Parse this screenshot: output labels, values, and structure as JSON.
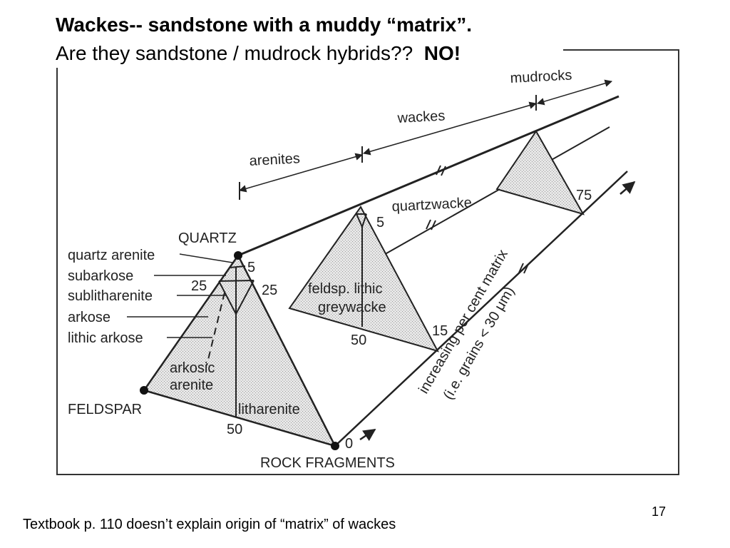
{
  "slide": {
    "title_line1_bold": "Wackes",
    "title_line1_rest": "-- sandstone with a muddy “matrix”.",
    "title_line2_text": "Are they sandstone / mudrock hybrids??",
    "title_line2_answer": "NO!",
    "slide_number": "17",
    "footnote": "Textbook p. 110 doesn’t explain origin of “matrix” of wackes"
  },
  "diagram": {
    "categories": {
      "mudrocks": "mudrocks",
      "wackes": "wackes",
      "arenites": "arenites"
    },
    "vertices": {
      "quartz": "QUARTZ",
      "feldspar": "FELDSPAR",
      "rock_fragments": "ROCK FRAGMENTS"
    },
    "classes": {
      "quartz_arenite": "quartz arenite",
      "subarkose": "subarkose",
      "sublitharenite": "sublitharenite",
      "arkose": "arkose",
      "lithic_arkose": "lithic arkose",
      "arkosic_arenite_1": "arkosic",
      "arkosic_arenite_2": "arenite",
      "litharenite": "litharenite",
      "quartzwacke": "quartzwacke",
      "feldsp_lithic_1": "feldsp. lithic",
      "feldsp_lithic_2": "greywacke"
    },
    "numbers": {
      "n5_a": "5",
      "n25_left": "25",
      "n25_right": "25",
      "n50_bottom": "50",
      "n0": "0",
      "n5_b": "5",
      "n50_mid": "50",
      "n15": "15",
      "n75": "75"
    },
    "axis": {
      "line1": "increasing per cent matrix",
      "line2": "(i.e. grains < 30 μm)"
    }
  }
}
